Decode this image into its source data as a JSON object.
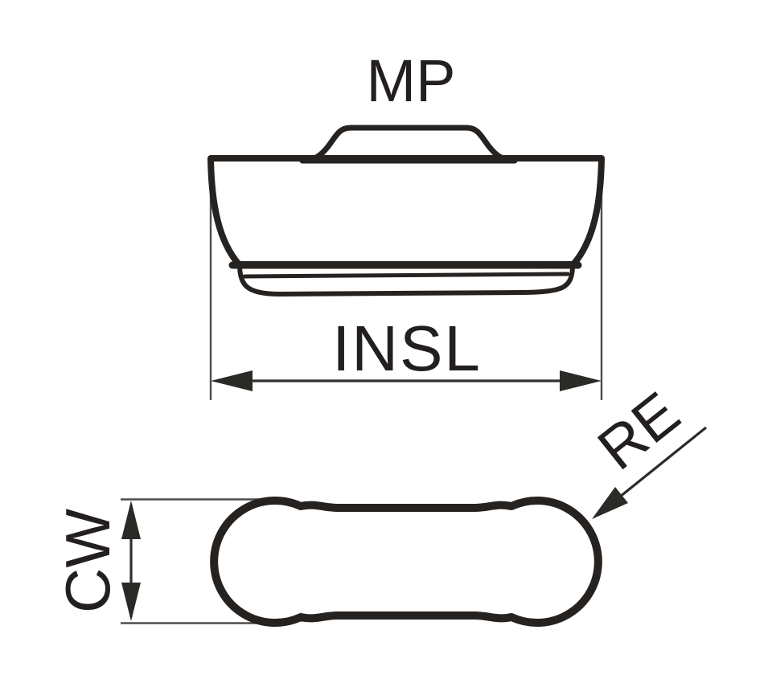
{
  "diagram": {
    "type": "insert-dimension-drawing",
    "labels": {
      "mp": "MP",
      "insl": "INSL",
      "cw": "CW",
      "re": "RE"
    },
    "colors": {
      "insert_fill": "#F7A41D",
      "outline": "#262220",
      "dimension_line": "#303030",
      "extension_line": "#4d4d4d",
      "text": "#231f20",
      "background": "#FFFFFF"
    }
  }
}
